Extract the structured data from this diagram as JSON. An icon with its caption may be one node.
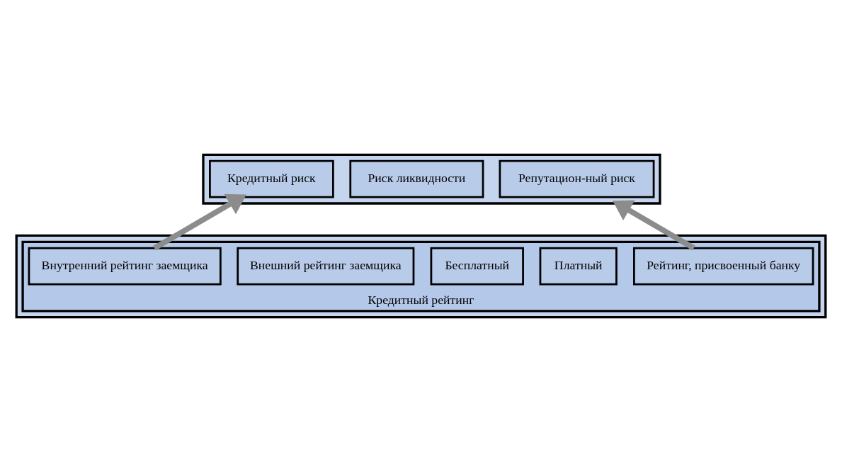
{
  "diagram": {
    "nodes": [
      {
        "text": [],
        "shape": "box"
      },
      {
        "text": [
          "Репутацион-ный риск"
        ],
        "in": 0
      },
      {
        "text": [
          "Риск ликвидности"
        ],
        "in": 0
      },
      {
        "text": [
          "Кредитный риск"
        ],
        "in": 0
      },
      {
        "text": [],
        "shape": "box"
      },
      {
        "text": [
          "Кредитный рейтинг"
        ],
        "in": 4
      },
      {
        "text": [
          "Рейтинг, присвоенный банку"
        ],
        "in": 5
      },
      {
        "text": [
          "Платный"
        ],
        "in": 5
      },
      {
        "text": [
          "Бесплатный"
        ],
        "in": 5
      },
      {
        "text": [
          "Внешний рейтинг заемщика"
        ],
        "in": 5
      },
      {
        "text": [
          "Внутренний рейтинг заемщика"
        ],
        "in": 5
      }
    ],
    "edges": [
      {
        "from": 6,
        "to": 0,
        "arrow": "to"
      },
      {
        "from": 10,
        "to": 3,
        "arrow": "to"
      }
    ]
  }
}
